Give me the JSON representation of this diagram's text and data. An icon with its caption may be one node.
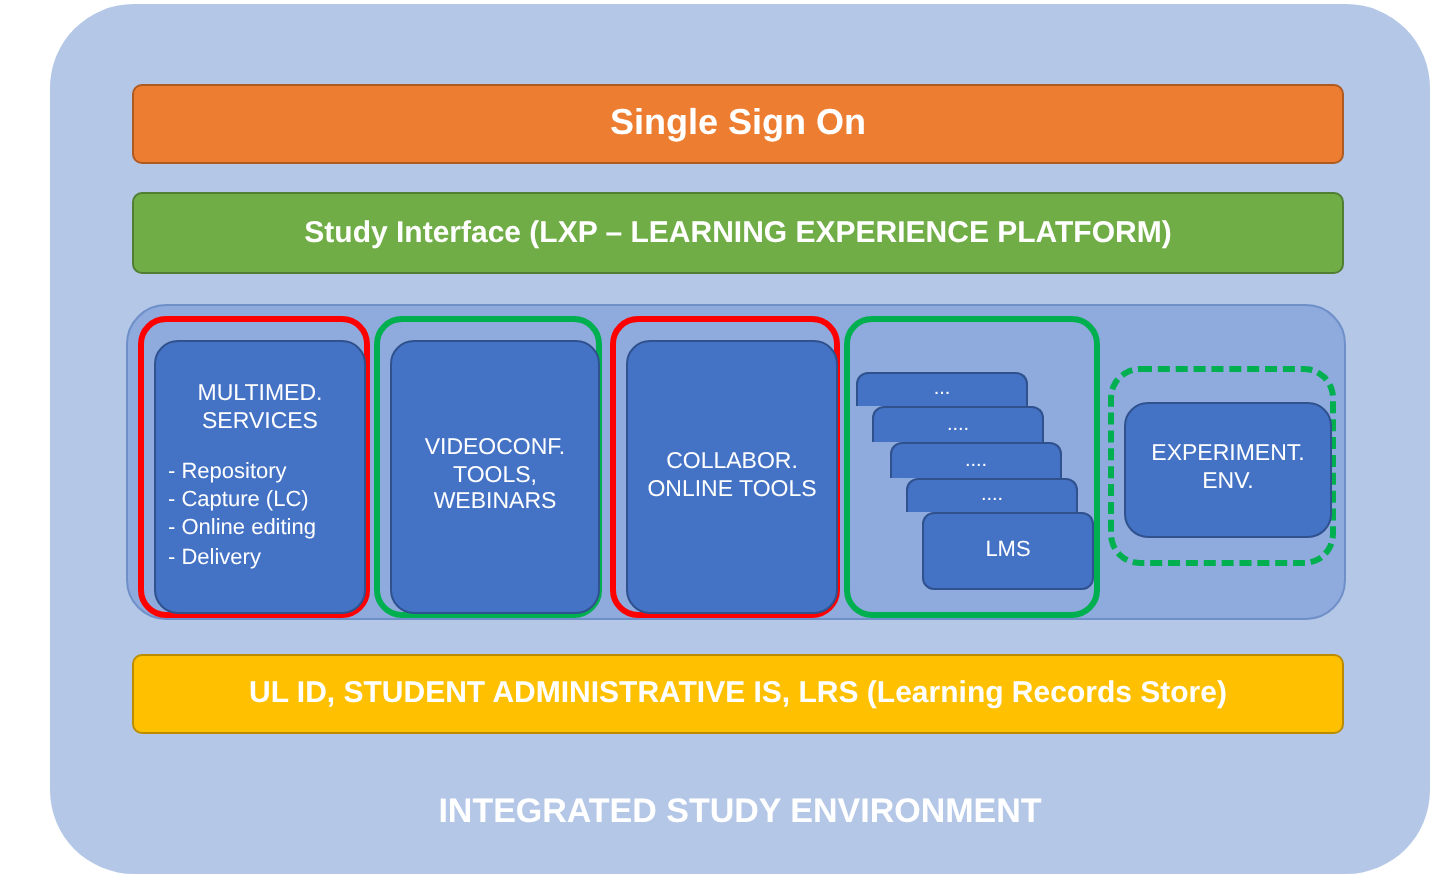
{
  "diagram": {
    "nodes": [
      {
        "text": [
          "INTEGRATED STUDY ENVIRONMENT"
        ]
      },
      {
        "text": [
          "Single Sign On"
        ],
        "in": 0
      },
      {
        "text": [
          "Study Interface (LXP – LEARNING EXPERIENCE PLATFORM)"
        ],
        "in": 0
      },
      {
        "text": [],
        "shape": "box",
        "in": 0
      },
      {
        "text": [],
        "shape": "box",
        "in": 3
      },
      {
        "text": [
          "MULTIMED. SERVICES",
          "- Repository",
          "- Capture (LC)",
          "- Online editing",
          "- Delivery"
        ],
        "in": 4
      },
      {
        "text": [],
        "shape": "box",
        "in": 3
      },
      {
        "text": [
          "VIDEOCONF. TOOLS, WEBINARS"
        ],
        "in": 6
      },
      {
        "text": [],
        "shape": "box",
        "in": 3
      },
      {
        "text": [
          "COLLABOR. ONLINE TOOLS"
        ],
        "in": 8
      },
      {
        "text": [],
        "shape": "box",
        "in": 3
      },
      {
        "text": [
          "..."
        ],
        "in": 10
      },
      {
        "text": [
          "...."
        ],
        "in": 10
      },
      {
        "text": [
          "...."
        ],
        "in": 10
      },
      {
        "text": [
          "...."
        ],
        "in": 10
      },
      {
        "text": [
          "LMS"
        ],
        "in": 10
      },
      {
        "text": [],
        "shape": "box",
        "in": 3
      },
      {
        "text": [
          "EXPERIMENT. ENV."
        ],
        "in": 16
      },
      {
        "text": [
          "UL ID, STUDENT ADMINISTRATIVE IS, LRS (Learning Records Store)"
        ],
        "in": 0
      }
    ]
  }
}
